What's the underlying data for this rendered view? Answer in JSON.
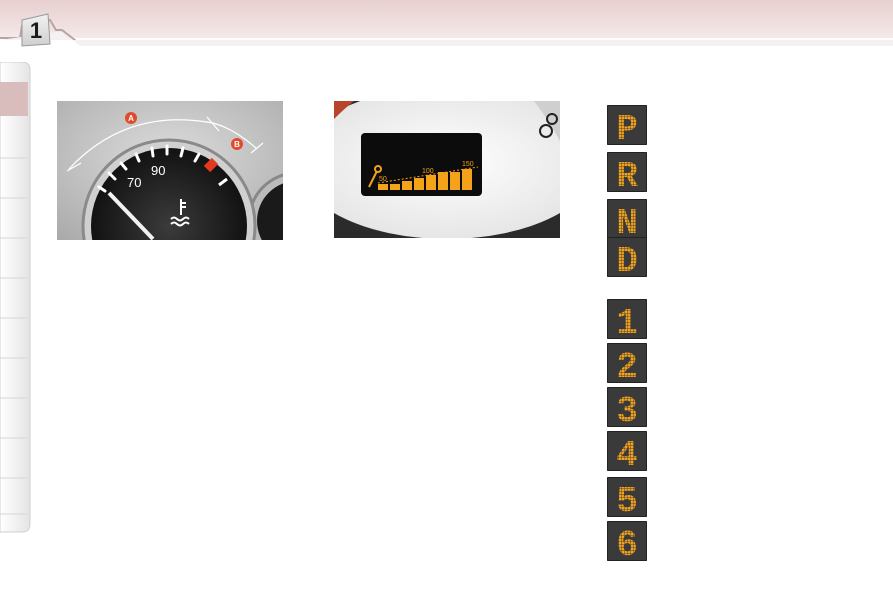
{
  "header": {
    "chapter_number": "1"
  },
  "gauge": {
    "label_a": "A",
    "label_b": "B",
    "tick_70": "70",
    "tick_90": "90"
  },
  "display": {
    "label_50": "50",
    "label_100": "100",
    "label_150": "150",
    "bar_levels": [
      2,
      2,
      3,
      4,
      5,
      6,
      6,
      7
    ]
  },
  "gear_indicators": [
    "P",
    "R",
    "N",
    "D",
    "1",
    "2",
    "3",
    "4",
    "5",
    "6"
  ],
  "colors": {
    "header_band": "#e9d6d6",
    "accent_red": "#c22a2a",
    "gear_orange": "#f4a21a",
    "gear_box_bg": "#3a3a3a"
  }
}
